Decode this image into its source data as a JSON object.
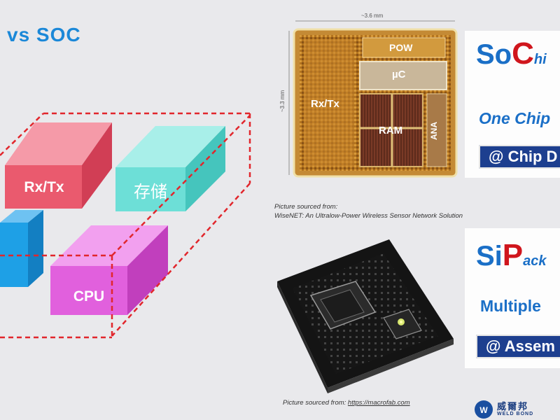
{
  "slide": {
    "title": "vs  SOC",
    "blocks": {
      "rxtx": "Rx/Tx",
      "storage": "存储",
      "cpu": "CPU"
    },
    "chip_photo": {
      "width_label": "~3.6 mm",
      "height_label": "~3.3 mm",
      "regions": {
        "pow": "POW",
        "uc": "µC",
        "rxtx": "Rx/Tx",
        "ram": "RAM",
        "ana": "ANA"
      }
    },
    "caption_top": {
      "line1": "Picture sourced from:",
      "line2": "WiseNET: An Ultralow-Power Wireless Sensor Network Solution"
    },
    "caption_bottom": {
      "prefix": "Picture sourced from:  ",
      "link": "https://macrofab.com"
    },
    "soc_card": {
      "letters_a": "So",
      "letter_b": "C",
      "letters_c": "hi",
      "subtitle": "One Chip",
      "badge": "@ Chip D"
    },
    "sip_card": {
      "letters_a": "Si",
      "letter_b": "P",
      "letters_c": "ack",
      "subtitle": "Multiple",
      "badge": "@ Assem"
    },
    "logo": {
      "chinese": "威爾邦",
      "english": "WELD BOND"
    },
    "colors": {
      "rxtx_front": "#ea5a6e",
      "storage_front": "#6ddfd7",
      "cpu_front": "#e160dd",
      "blue_block": "#1ea0e6",
      "dash": "#e1262c",
      "accent_blue": "#1a6fc7",
      "accent_red": "#d0161d",
      "badge_bg": "#1d3f8f"
    }
  }
}
